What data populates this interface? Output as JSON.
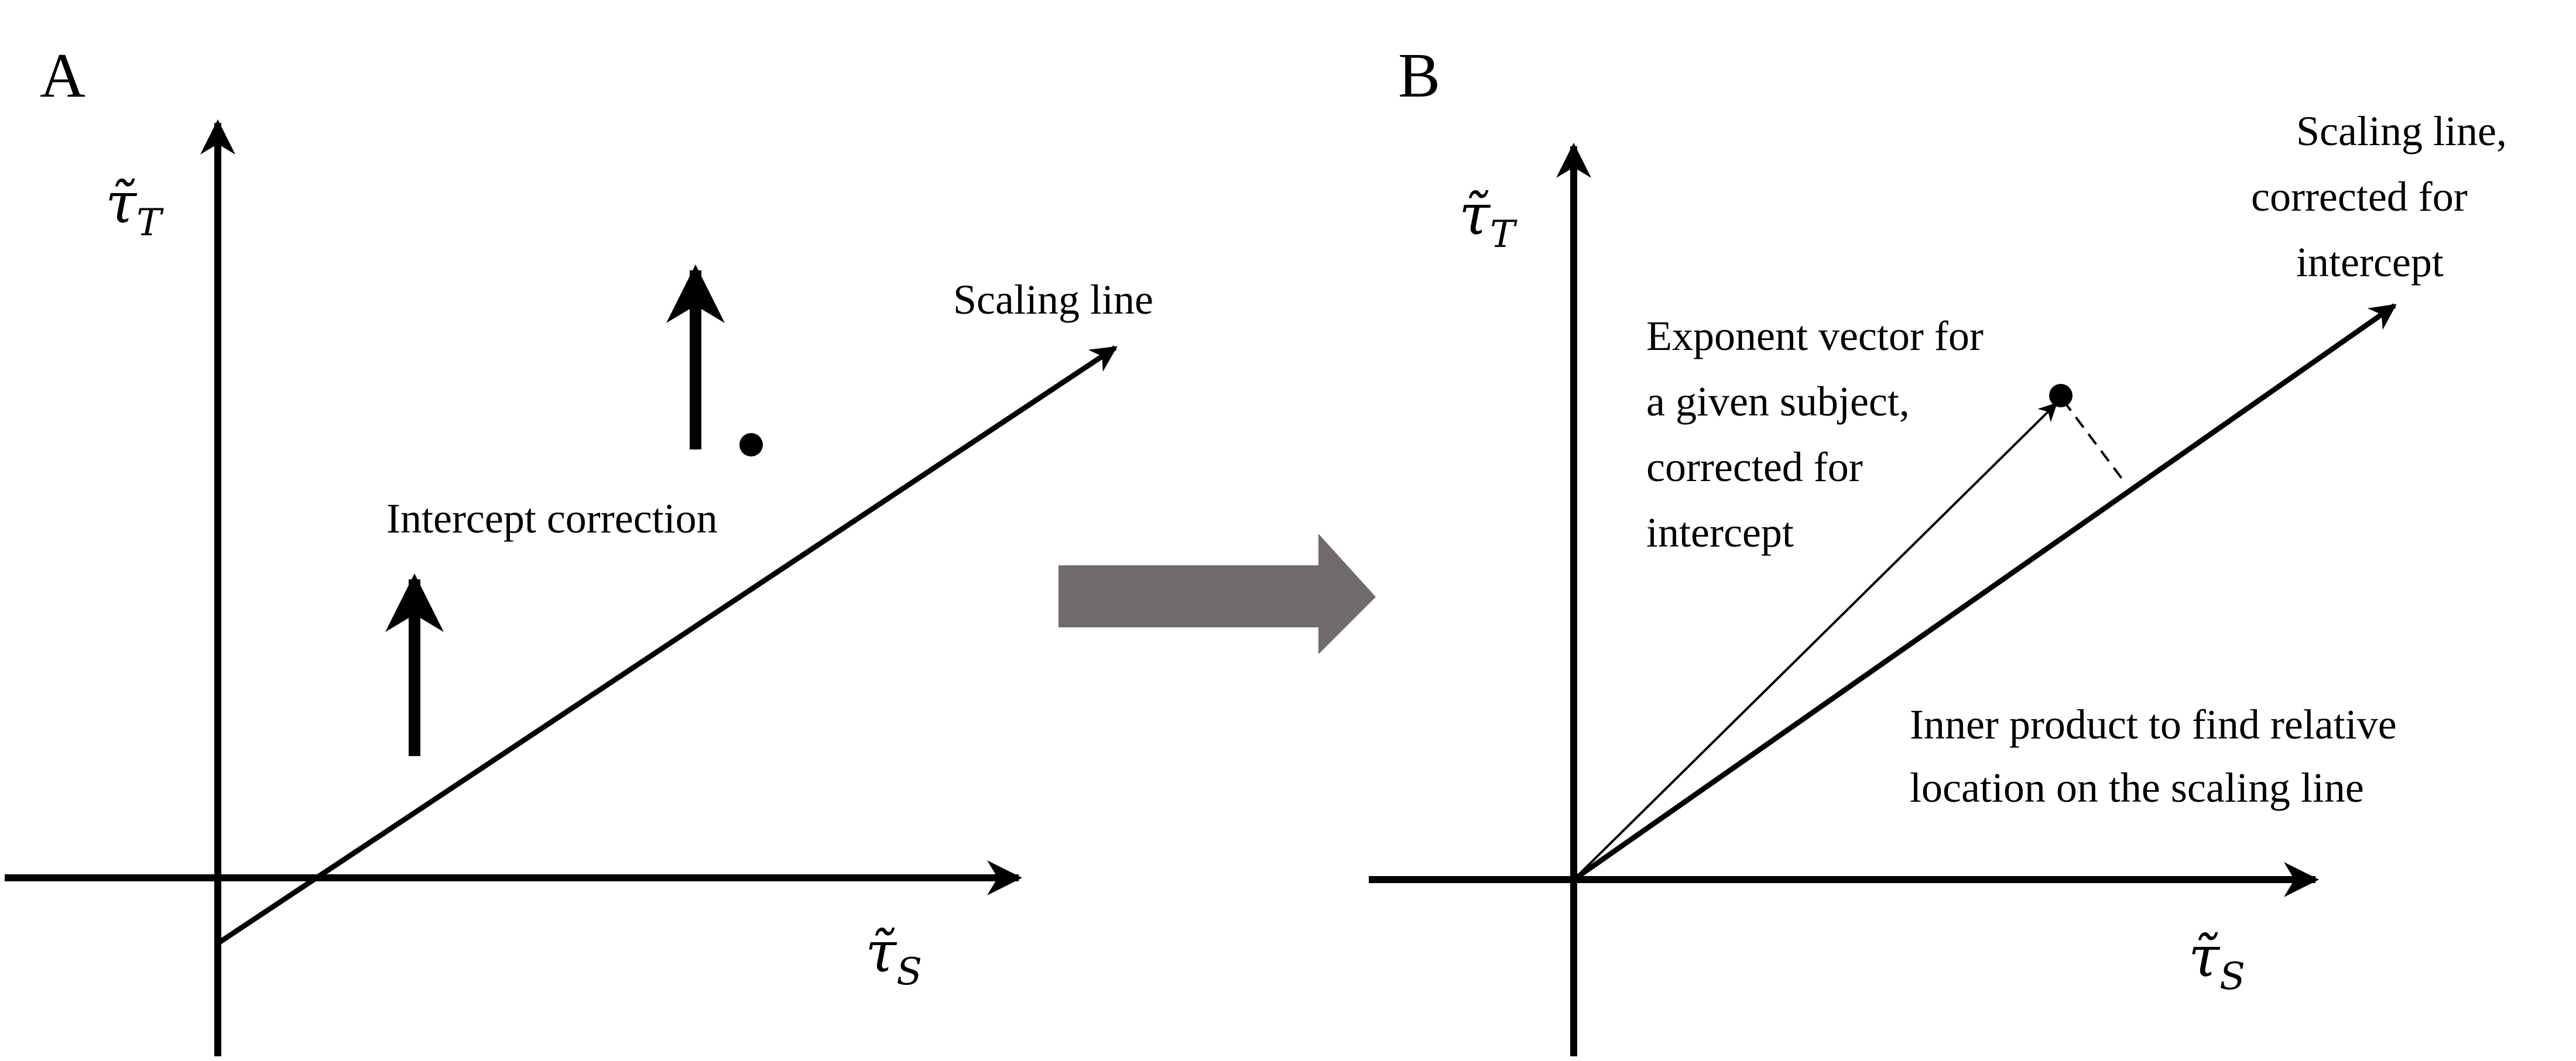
{
  "panels": {
    "a": {
      "label": "A",
      "y_axis_label": {
        "symbol": "τ̃",
        "subscript": "T"
      },
      "x_axis_label": {
        "symbol": "τ̃",
        "subscript": "S"
      },
      "scaling_line_label": "Scaling line",
      "intercept_label": "Intercept correction"
    },
    "b": {
      "label": "B",
      "y_axis_label": {
        "symbol": "τ̃",
        "subscript": "T"
      },
      "x_axis_label": {
        "symbol": "τ̃",
        "subscript": "S"
      },
      "scaling_line_label": [
        "Scaling line,",
        "corrected for",
        "intercept"
      ],
      "exponent_label": [
        "Exponent vector for",
        "a given subject,",
        "corrected for",
        "intercept"
      ],
      "inner_product_label": [
        "Inner product to find relative",
        "location on the scaling line"
      ]
    }
  },
  "colors": {
    "ink": "#000000",
    "transition_arrow": "#706b6a",
    "background": "#ffffff"
  }
}
